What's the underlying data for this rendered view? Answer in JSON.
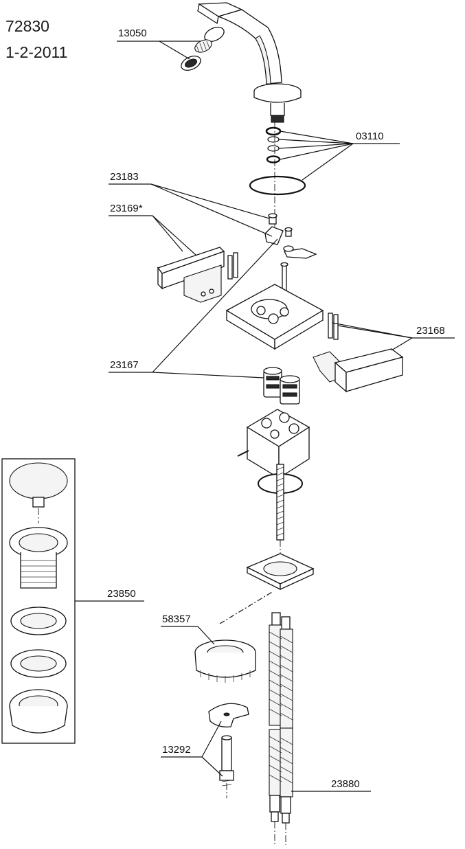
{
  "header": {
    "model_number": "72830",
    "date": "1-2-2011"
  },
  "parts": [
    {
      "id": "13050",
      "label": "13050"
    },
    {
      "id": "03110",
      "label": "03110"
    },
    {
      "id": "23183",
      "label": "23183"
    },
    {
      "id": "23169",
      "label": "23169*"
    },
    {
      "id": "23168",
      "label": "23168"
    },
    {
      "id": "23167",
      "label": "23167"
    },
    {
      "id": "23850",
      "label": "23850"
    },
    {
      "id": "58357",
      "label": "58357"
    },
    {
      "id": "13292",
      "label": "13292"
    },
    {
      "id": "23880",
      "label": "23880"
    }
  ]
}
